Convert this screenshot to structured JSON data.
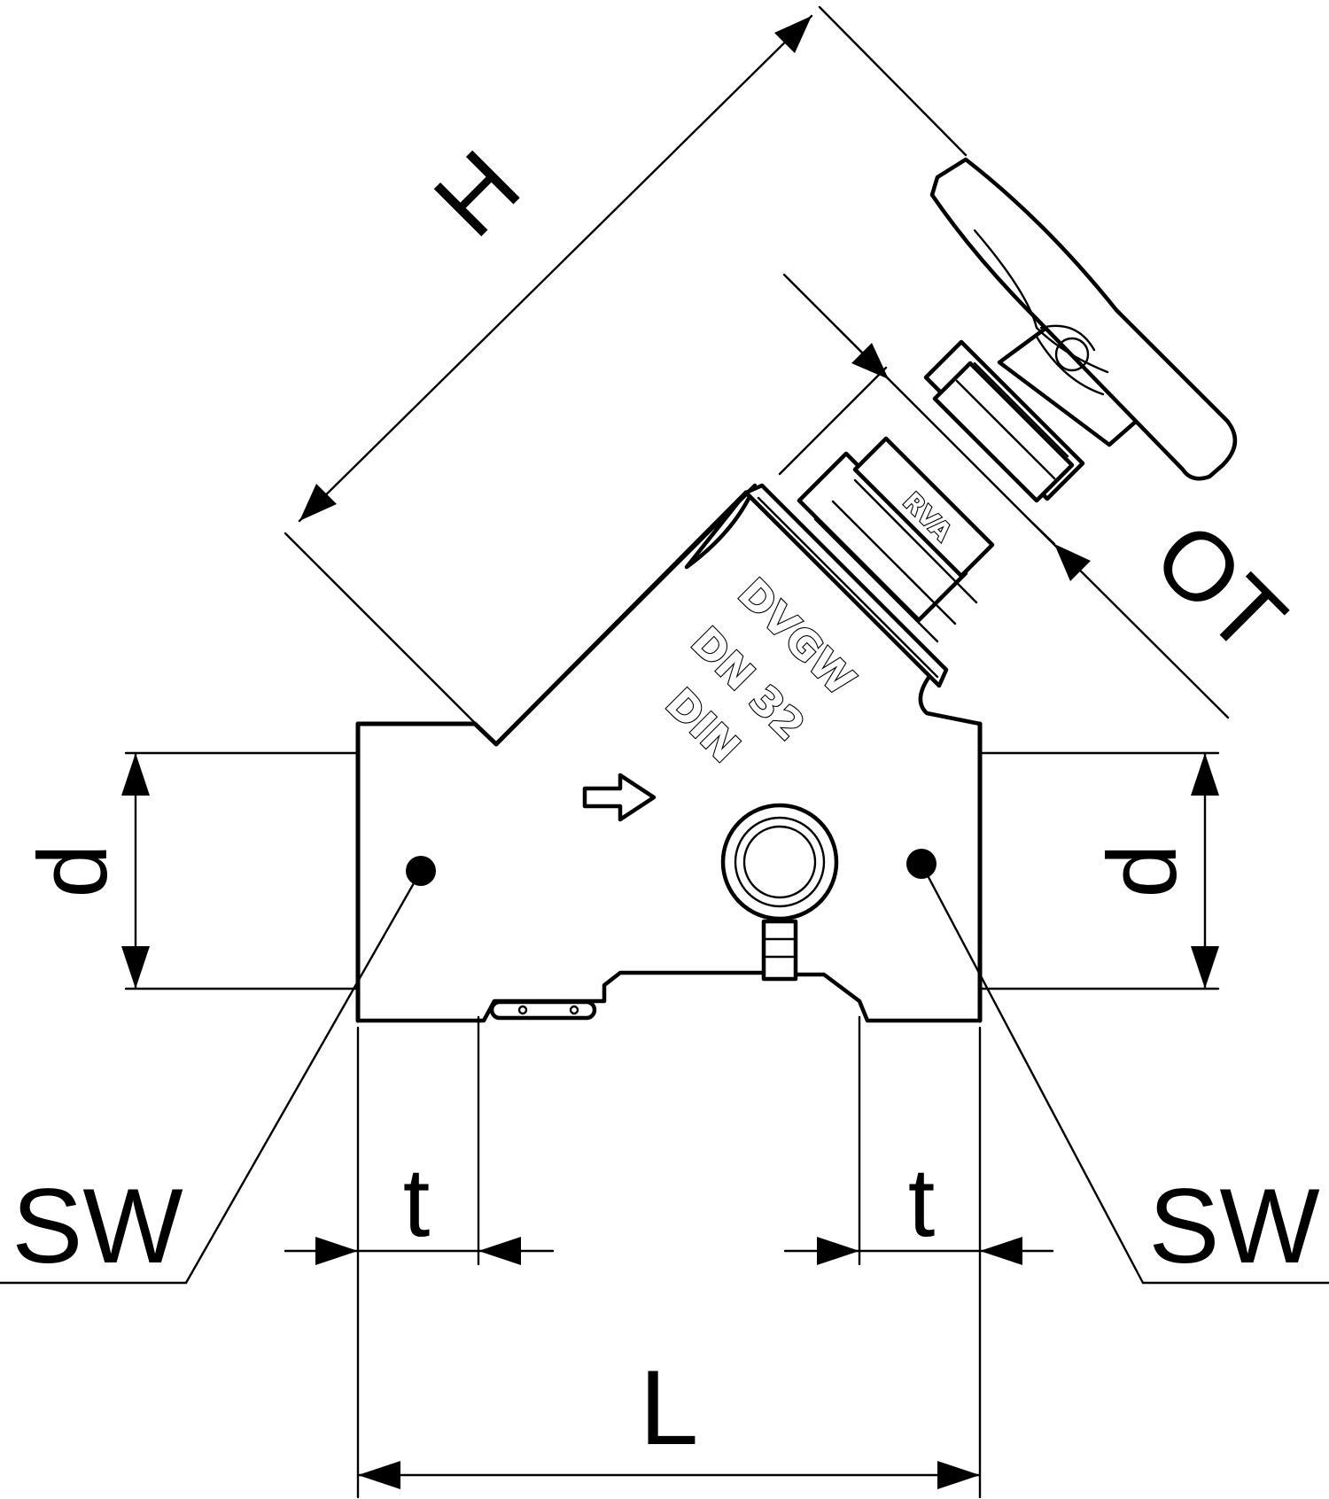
{
  "dimensions": {
    "height": "H",
    "actuator_width": "OT",
    "pipe_diameter_left": "d",
    "pipe_diameter_right": "d",
    "spanner_left": "SW",
    "spanner_right": "SW",
    "insertion_left": "t",
    "insertion_right": "t",
    "length": "L"
  },
  "markings": {
    "manufacturer": "DVGW",
    "nominal_size": "DN 32",
    "standard": "DIN",
    "bonnet": "RVA"
  },
  "colors": {
    "line": "#000000",
    "background": "#ffffff"
  }
}
